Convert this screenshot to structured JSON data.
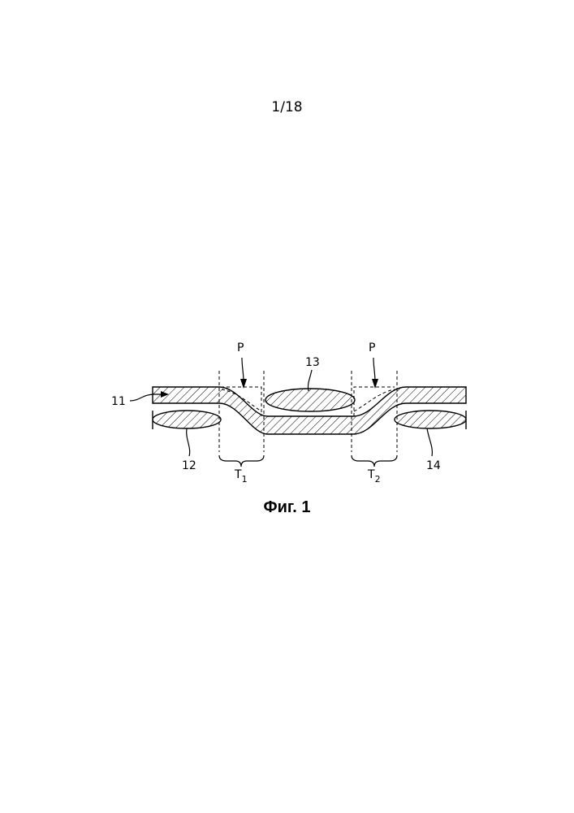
{
  "page": {
    "number": "1/18"
  },
  "figure": {
    "caption": "Фиг. 1",
    "labels": {
      "strip": "11",
      "roll_left": "12",
      "roll_top": "13",
      "roll_right": "14",
      "p_left": "P",
      "p_right": "P",
      "t1_main": "T",
      "t1_sub": "1",
      "t2_main": "T",
      "t2_sub": "2"
    }
  }
}
